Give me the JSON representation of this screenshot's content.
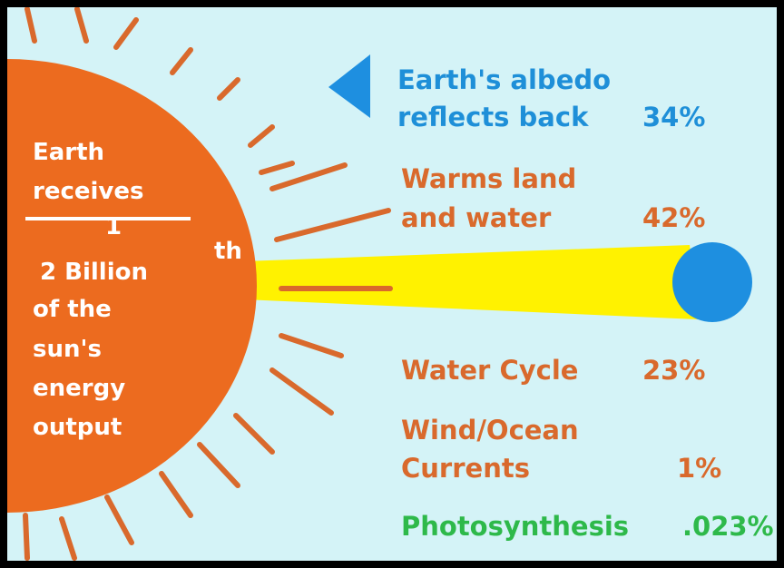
{
  "sun": {
    "color": "#ec6b1f",
    "lines": [
      "Earth",
      "receives",
      "1",
      "2 Billion",
      "of the",
      "sun's",
      "energy",
      "output"
    ],
    "suffix": "th"
  },
  "beam": {
    "color": "#fff200"
  },
  "earth": {
    "color": "#1e8fe0"
  },
  "arrow": {
    "icon": "triangle-left-icon",
    "color": "#1e8fe0"
  },
  "flows": [
    {
      "label_lines": [
        "Earth's albedo",
        "reflects back"
      ],
      "percent": "34%",
      "color": "#1e8fd8"
    },
    {
      "label_lines": [
        "Warms land",
        "and water"
      ],
      "percent": "42%",
      "color": "#d9692c"
    },
    {
      "label_lines": [
        "Water Cycle"
      ],
      "percent": "23%",
      "color": "#d9692c"
    },
    {
      "label_lines": [
        "Wind/Ocean",
        "Currents"
      ],
      "percent": "1%",
      "color": "#d9692c"
    },
    {
      "label_lines": [
        "Photosynthesis"
      ],
      "percent": ".023%",
      "color": "#2eb94a"
    }
  ]
}
